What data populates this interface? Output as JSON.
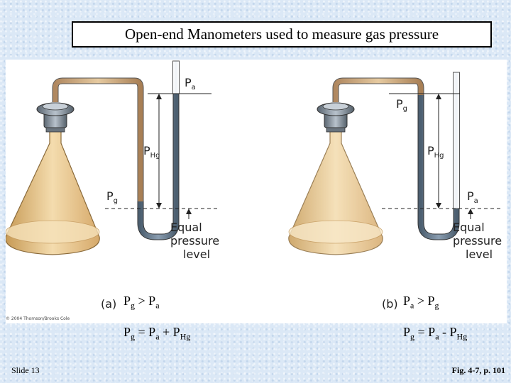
{
  "title": "Open-end Manometers used to measure gas pressure",
  "copyright": "© 2004 Thomson/Brooks Cole",
  "panel_a": {
    "tag": "(a)",
    "label_top": {
      "main": "P",
      "sub": "a"
    },
    "label_mid": {
      "main": "P",
      "sub": "Hg"
    },
    "label_bottom": {
      "main": "P",
      "sub": "g"
    },
    "level_lines": [
      "Equal",
      "pressure",
      "level"
    ],
    "relation1": {
      "p1": "P",
      "s1": "g",
      "op": " > ",
      "p2": "P",
      "s2": "a"
    },
    "relation2": {
      "p1": "P",
      "s1": "g",
      "op1": " = ",
      "p2": "P",
      "s2": "a",
      "op2": " + ",
      "p3": "P",
      "s3": "Hg"
    }
  },
  "panel_b": {
    "tag": "(b)",
    "label_top": {
      "main": "P",
      "sub": "g"
    },
    "label_mid": {
      "main": "P",
      "sub": "Hg"
    },
    "label_bottom": {
      "main": "P",
      "sub": "a"
    },
    "level_lines": [
      "Equal",
      "pressure",
      "level"
    ],
    "relation1": {
      "p1": "P",
      "s1": "a",
      "op": " > ",
      "p2": "P",
      "s2": "g"
    },
    "relation2": {
      "p1": "P",
      "s1": "g",
      "op1": " = ",
      "p2": "P",
      "s2": "a",
      "op2": " - ",
      "p3": "P",
      "s3": "Hg"
    }
  },
  "footer": {
    "slide": "Slide 13",
    "figure_ref": "Fig. 4-7, p. 101"
  },
  "colors": {
    "flask_fill": "#e9c48a",
    "tube": "#c9a57a",
    "mercury": "#667a8c",
    "tube_outline": "#555"
  }
}
